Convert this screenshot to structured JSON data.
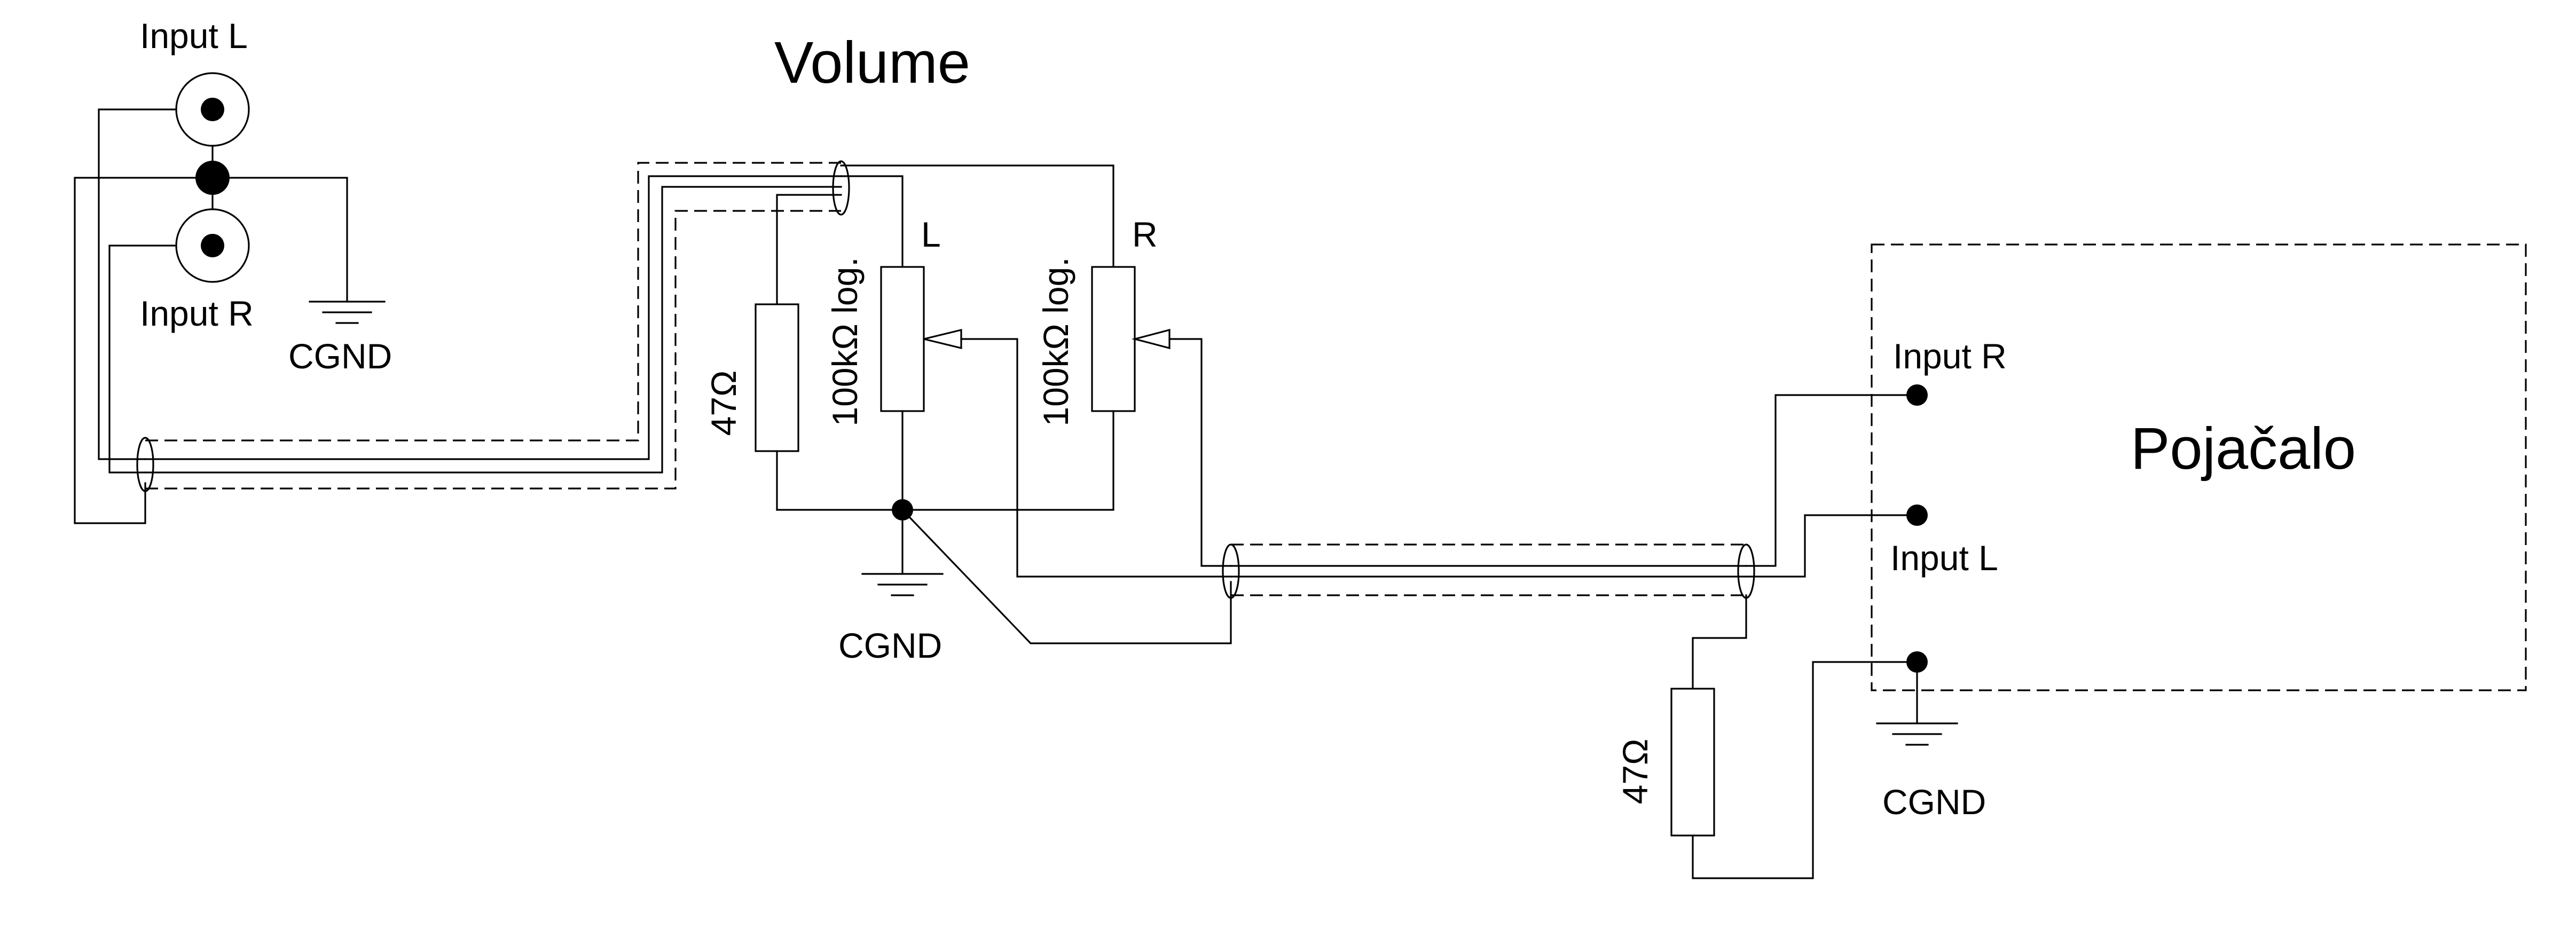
{
  "title": "Volume",
  "input_l": "Input L",
  "input_r": "Input R",
  "ground_label": "CGND",
  "pot_l_label": "L",
  "pot_r_label": "R",
  "pot_value": "100kΩ log.",
  "resistor_value": "47Ω",
  "amplifier": {
    "name": "Pojačalo",
    "input_r": "Input R",
    "input_l": "Input L"
  }
}
